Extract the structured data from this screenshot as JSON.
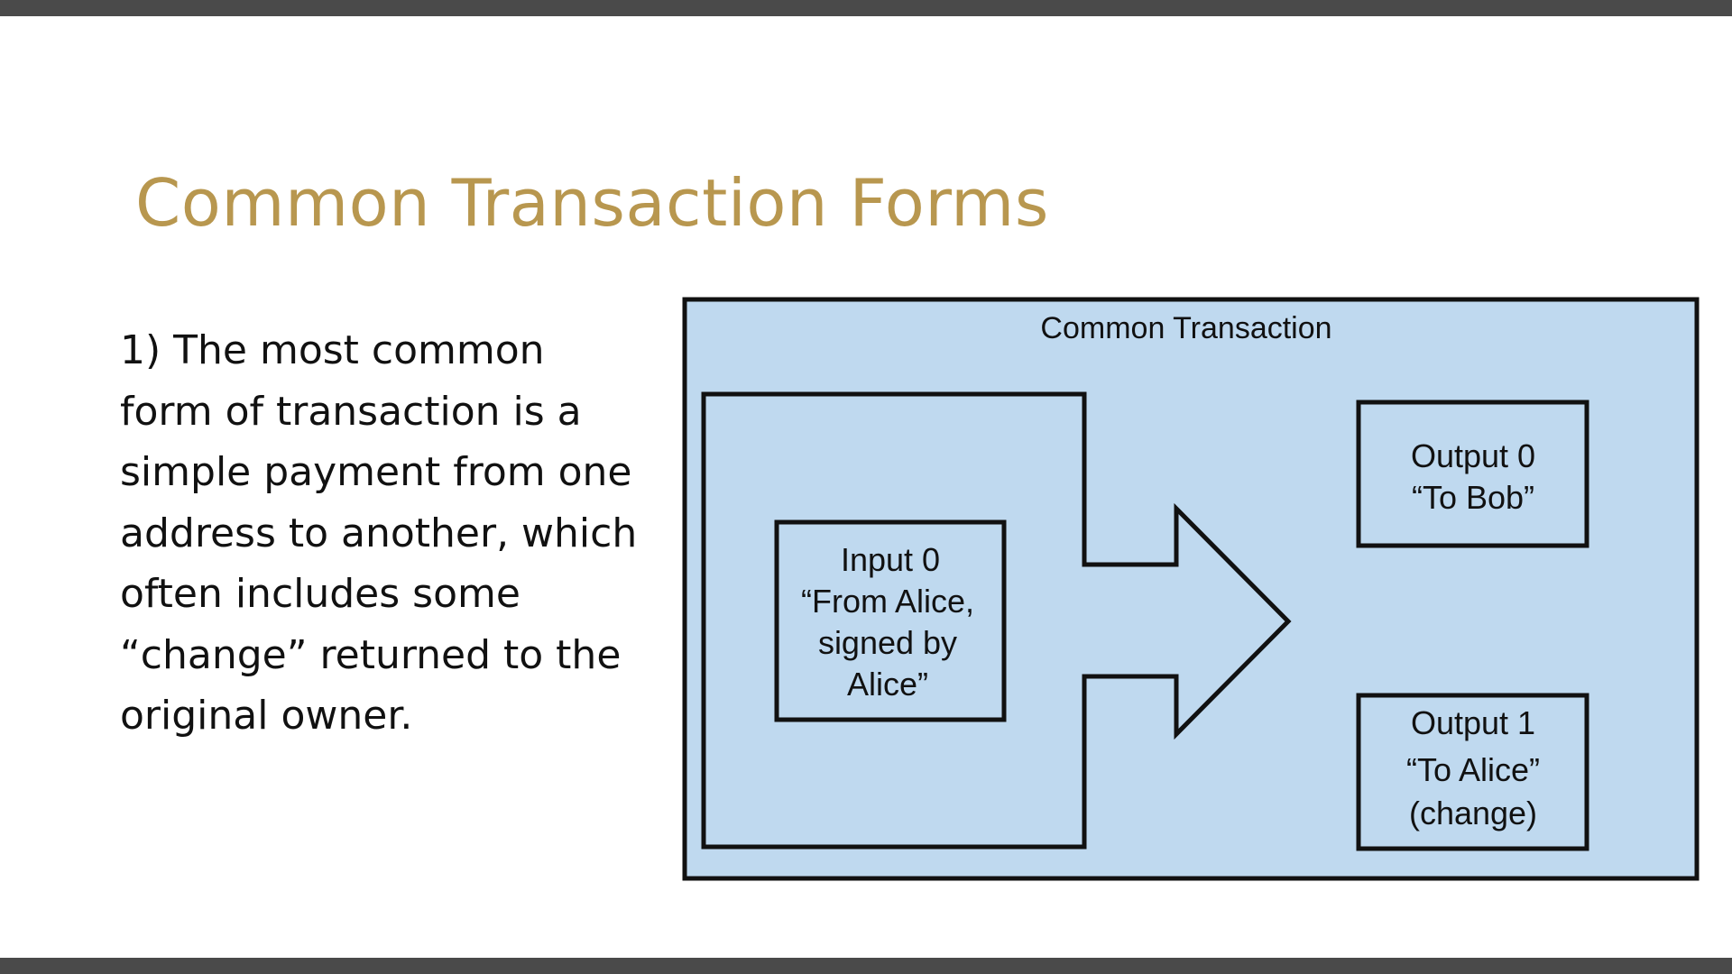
{
  "slide": {
    "title": "Common Transaction Forms",
    "body": "1) The most common form of transaction is a simple payment from one address to another, which often includes some “change” returned to the original owner."
  },
  "diagram": {
    "title": "Common Transaction",
    "input": {
      "lines": [
        "Input 0",
        "“From Alice,",
        "signed by",
        "Alice”"
      ]
    },
    "output0": {
      "lines": [
        "Output 0",
        "“To Bob”"
      ]
    },
    "output1": {
      "lines": [
        "Output 1",
        "“To Alice”",
        "(change)"
      ]
    },
    "colors": {
      "container_fill": "#bfd9ef",
      "stroke": "#111111",
      "title": "#b8974f"
    }
  }
}
